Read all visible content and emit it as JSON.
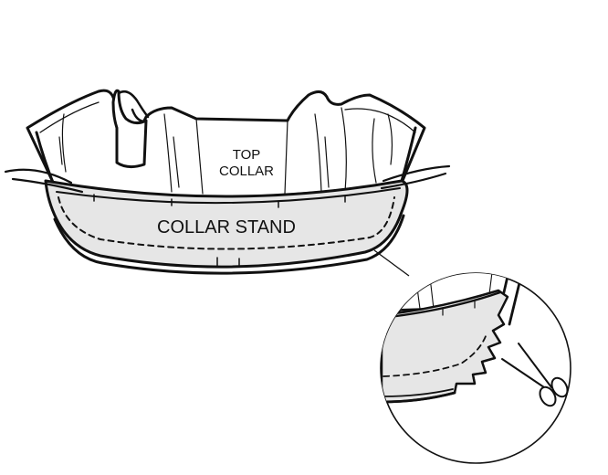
{
  "labels": {
    "top_collar_line1": "TOP",
    "top_collar_line2": "COLLAR",
    "collar_stand": "COLLAR STAND"
  },
  "colors": {
    "stroke": "#111111",
    "stand_fill": "#e6e6e6",
    "collar_fill": "#ffffff",
    "background": "#ffffff"
  },
  "icons": {
    "scissors": "scissors-icon"
  }
}
